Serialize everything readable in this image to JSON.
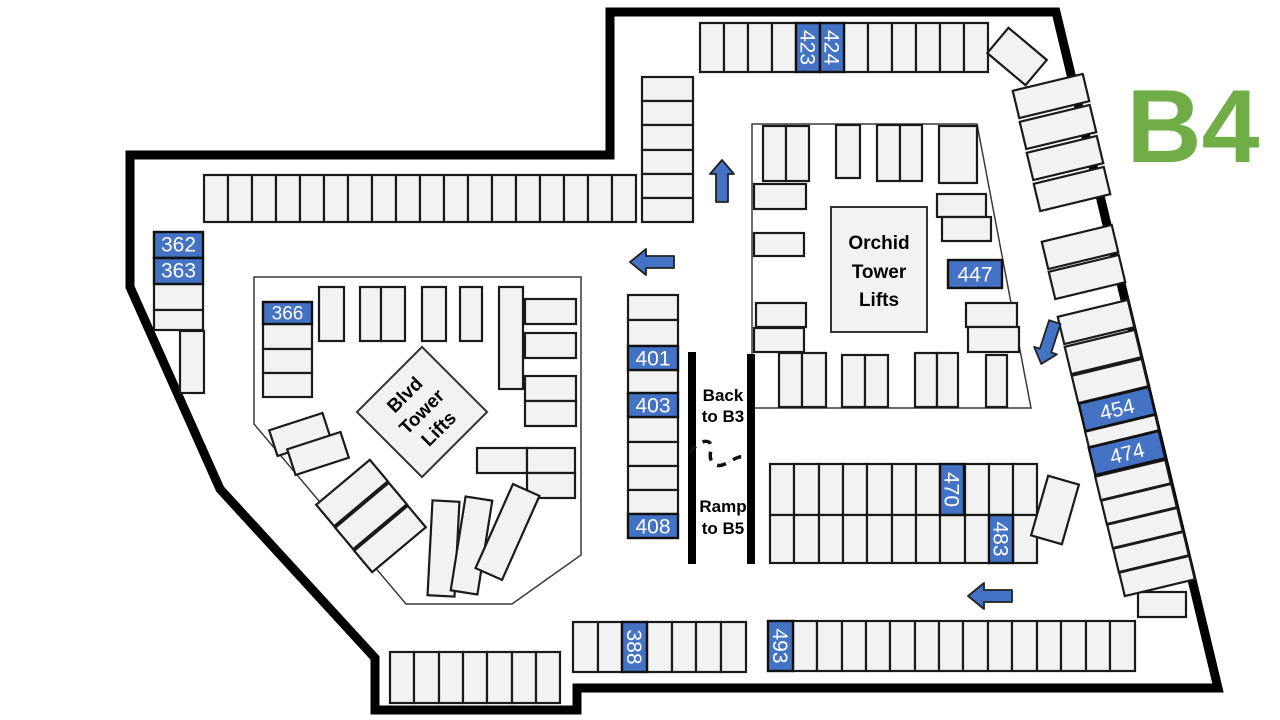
{
  "level_badge": {
    "label": "B4"
  },
  "colors": {
    "highlight_blue": "#4472C4",
    "level_green": "#70AD47",
    "spot_fill": "#F2F2F2",
    "outline_black": "#000000"
  },
  "towers": {
    "orchid": {
      "line1": "Orchid",
      "line2": "Tower",
      "line3": "Lifts"
    },
    "blvd": {
      "line1": "Blvd",
      "line2": "Tower",
      "line3": "Lifts"
    }
  },
  "ramp": {
    "back": {
      "line1": "Back",
      "line2": "to B3"
    },
    "down": {
      "line1": "Ramp",
      "line2": "to B5"
    }
  },
  "arrows": [
    {
      "direction": "up"
    },
    {
      "direction": "left"
    },
    {
      "direction": "down"
    },
    {
      "direction": "left"
    }
  ],
  "spots": {
    "s362": {
      "label": "362"
    },
    "s363": {
      "label": "363"
    },
    "s366": {
      "label": "366"
    },
    "s388": {
      "label": "388"
    },
    "s401": {
      "label": "401"
    },
    "s403": {
      "label": "403"
    },
    "s408": {
      "label": "408"
    },
    "s423": {
      "label": "423"
    },
    "s424": {
      "label": "424"
    },
    "s447": {
      "label": "447"
    },
    "s454": {
      "label": "454"
    },
    "s470": {
      "label": "470"
    },
    "s474": {
      "label": "474"
    },
    "s483": {
      "label": "483"
    },
    "s493": {
      "label": "493"
    }
  }
}
